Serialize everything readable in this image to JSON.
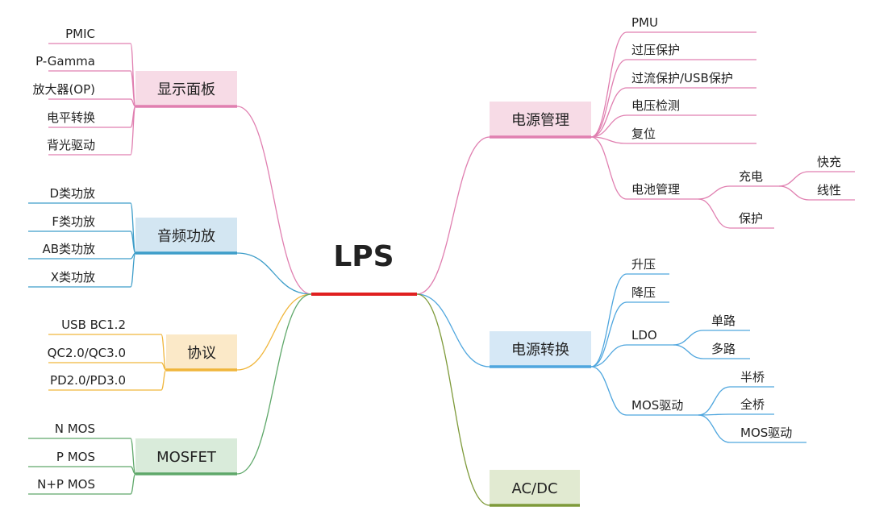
{
  "root": {
    "label": "LPS",
    "color": "#e02020"
  },
  "branches": [
    {
      "id": "display",
      "label": "显示面板",
      "color": "#e07fb0",
      "fill": "#f7dbe6",
      "children": [
        {
          "label": "PMIC"
        },
        {
          "label": "P-Gamma"
        },
        {
          "label": "放大器(OP)"
        },
        {
          "label": "电平转换"
        },
        {
          "label": "背光驱动"
        }
      ]
    },
    {
      "id": "audio",
      "label": "音频功放",
      "color": "#3d9dc9",
      "fill": "#d3e6f2",
      "children": [
        {
          "label": "D类功放"
        },
        {
          "label": "F类功放"
        },
        {
          "label": "AB类功放"
        },
        {
          "label": "X类功放"
        }
      ]
    },
    {
      "id": "protocol",
      "label": "协议",
      "color": "#f0b63c",
      "fill": "#fbe9c8",
      "children": [
        {
          "label": "USB BC1.2"
        },
        {
          "label": "QC2.0/QC3.0"
        },
        {
          "label": "PD2.0/PD3.0"
        }
      ]
    },
    {
      "id": "mosfet",
      "label": "MOSFET",
      "color": "#5fa86a",
      "fill": "#d9ebda",
      "children": [
        {
          "label": "N MOS"
        },
        {
          "label": "P MOS"
        },
        {
          "label": "N+P MOS"
        }
      ]
    },
    {
      "id": "power-mgmt",
      "label": "电源管理",
      "color": "#e07fb0",
      "fill": "#f7dbe6",
      "children": [
        {
          "label": "PMU"
        },
        {
          "label": "过压保护"
        },
        {
          "label": "过流保护/USB保护"
        },
        {
          "label": "电压检测"
        },
        {
          "label": "复位"
        },
        {
          "label": "电池管理",
          "children": [
            {
              "label": "充电",
              "children": [
                {
                  "label": "快充"
                },
                {
                  "label": "线性"
                }
              ]
            },
            {
              "label": "保护"
            }
          ]
        }
      ]
    },
    {
      "id": "power-conv",
      "label": "电源转换",
      "color": "#4fa6de",
      "fill": "#d6e8f6",
      "children": [
        {
          "label": "升压"
        },
        {
          "label": "降压"
        },
        {
          "label": "LDO",
          "children": [
            {
              "label": "单路"
            },
            {
              "label": "多路"
            }
          ]
        },
        {
          "label": "MOS驱动",
          "children": [
            {
              "label": "半桥"
            },
            {
              "label": "全桥"
            },
            {
              "label": "MOS驱动"
            }
          ]
        }
      ]
    },
    {
      "id": "acdc",
      "label": "AC/DC",
      "color": "#7e9a3a",
      "fill": "#e1ead1",
      "children": []
    }
  ]
}
